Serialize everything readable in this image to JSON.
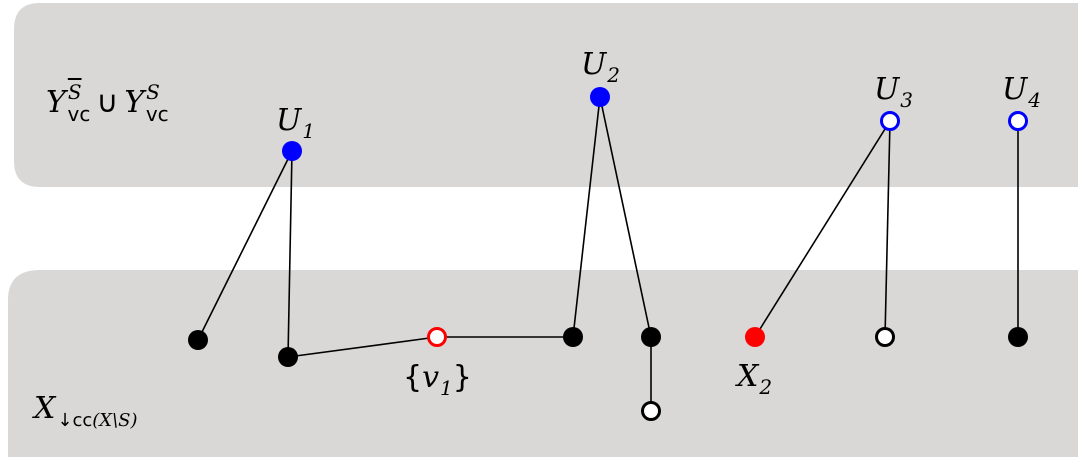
{
  "colors": {
    "region_fill": "#d9d8d7",
    "edge": "#000000",
    "vertex_black": "#000000",
    "vertex_blue": "#0000ff",
    "vertex_red": "#ff0000",
    "hollow_fill": "#ffffff"
  },
  "regions": {
    "top": {
      "label_main": "Y",
      "label_sub": "vc",
      "label_sup": "S",
      "union_symbol": "∪",
      "label_main_2": "Y",
      "label_sub_2": "vc",
      "label_sup_2": "S"
    },
    "bottom": {
      "label_main": "X",
      "label_sub_prefix": "↓cc",
      "label_sub_args": "(X\\S)"
    }
  },
  "vertex_labels": {
    "u1": {
      "main": "U",
      "sub": "1"
    },
    "u2": {
      "main": "U",
      "sub": "2"
    },
    "u3": {
      "main": "U",
      "sub": "3"
    },
    "u4": {
      "main": "U",
      "sub": "4"
    },
    "v1": {
      "open": "{",
      "main": "v",
      "sub": "1",
      "close": "}"
    },
    "x2": {
      "main": "X",
      "sub": "2"
    }
  },
  "vertices": [
    {
      "id": "u1",
      "style": "filled",
      "color": "blue"
    },
    {
      "id": "u2",
      "style": "filled",
      "color": "blue"
    },
    {
      "id": "u3",
      "style": "hollow",
      "color": "blue"
    },
    {
      "id": "u4",
      "style": "hollow",
      "color": "blue"
    },
    {
      "id": "b1",
      "style": "filled",
      "color": "black"
    },
    {
      "id": "b2",
      "style": "filled",
      "color": "black"
    },
    {
      "id": "v1",
      "style": "hollow",
      "color": "red"
    },
    {
      "id": "b3",
      "style": "filled",
      "color": "black"
    },
    {
      "id": "b4",
      "style": "filled",
      "color": "black"
    },
    {
      "id": "b5",
      "style": "hollow",
      "color": "black"
    },
    {
      "id": "x2",
      "style": "filled",
      "color": "red"
    },
    {
      "id": "b6",
      "style": "hollow",
      "color": "black"
    },
    {
      "id": "b7",
      "style": "filled",
      "color": "black"
    }
  ],
  "edges": [
    [
      "u1",
      "b1"
    ],
    [
      "u1",
      "b2"
    ],
    [
      "b2",
      "v1"
    ],
    [
      "v1",
      "b3"
    ],
    [
      "u2",
      "b3"
    ],
    [
      "u2",
      "b4"
    ],
    [
      "b4",
      "b5"
    ],
    [
      "u3",
      "x2"
    ],
    [
      "u3",
      "b6"
    ],
    [
      "u4",
      "b7"
    ]
  ]
}
